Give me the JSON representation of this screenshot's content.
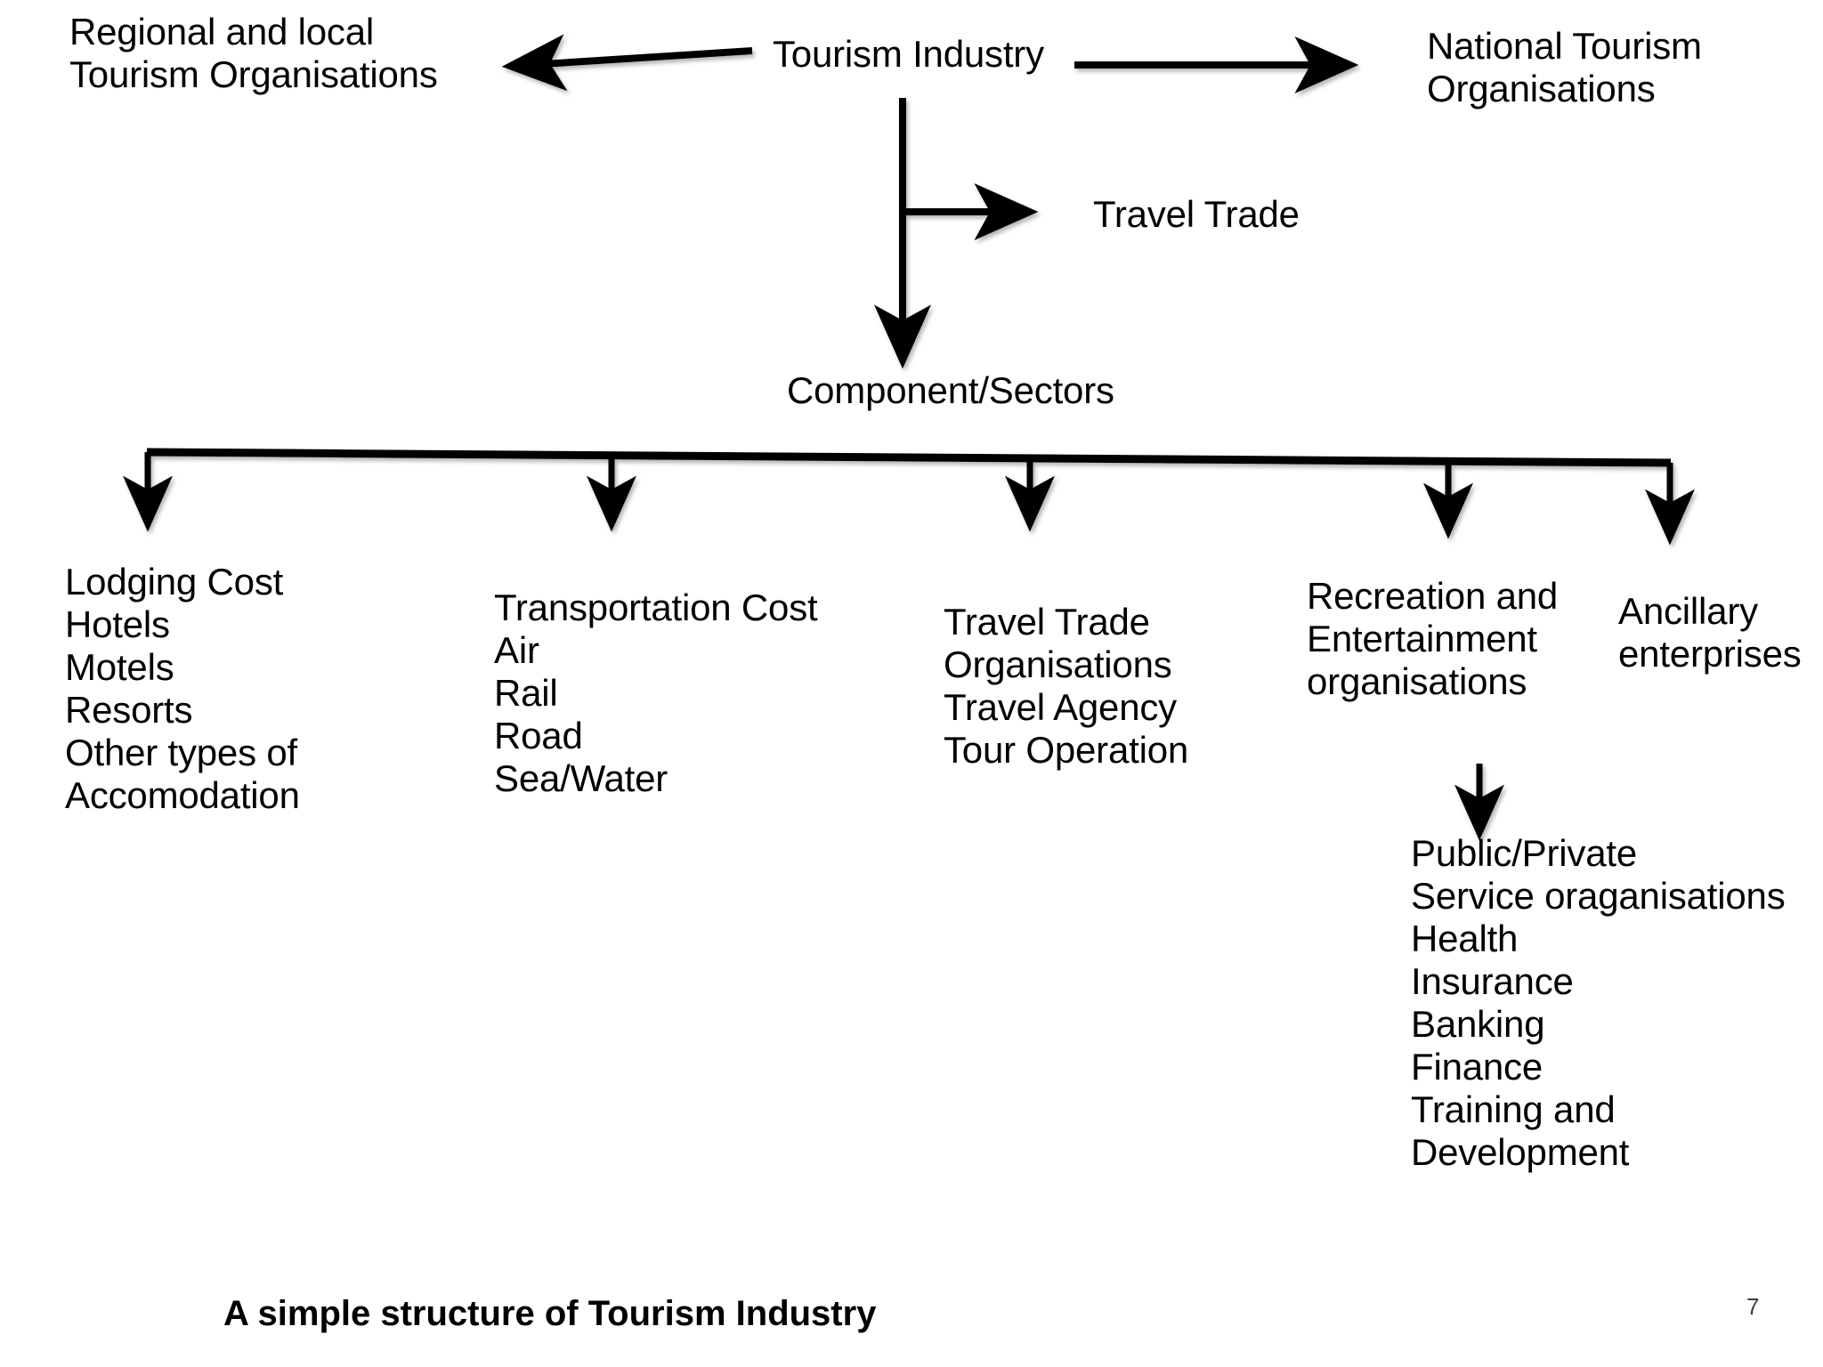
{
  "slide": {
    "page_number": "7",
    "footer_title": "A simple structure of Tourism Industry",
    "background_color": "#ffffff",
    "line_color": "#000000"
  },
  "nodes": {
    "root": "Tourism Industry",
    "regional_local": "Regional and local\nTourism Organisations",
    "national": "National Tourism\nOrganisations",
    "travel_trade": "Travel Trade",
    "components": "Component/Sectors"
  },
  "columns": [
    {
      "name": "lodging",
      "text": "Lodging Cost\nHotels\nMotels\nResorts\nOther types of\nAccomodation",
      "items": [
        "Lodging Cost",
        "Hotels",
        "Motels",
        "Resorts",
        "Other types of",
        "Accomodation"
      ]
    },
    {
      "name": "transportation",
      "text": "Transportation Cost\nAir\nRail\nRoad\nSea/Water",
      "items": [
        "Transportation Cost",
        "Air",
        "Rail",
        "Road",
        "Sea/Water"
      ]
    },
    {
      "name": "travel-trade-organisations",
      "text": "Travel Trade\nOrganisations\nTravel Agency\nTour Operation",
      "items": [
        "Travel Trade",
        "Organisations",
        "Travel Agency",
        "Tour Operation"
      ]
    },
    {
      "name": "recreation-entertainment",
      "text": "Recreation and\nEntertainment\norganisations",
      "items": [
        "Recreation and",
        "Entertainment",
        "organisations"
      ]
    },
    {
      "name": "ancillary",
      "text": "Ancillary\nenterprises",
      "items": [
        "Ancillary",
        "enterprises"
      ]
    }
  ],
  "sub_branch": {
    "parent": "recreation-entertainment",
    "text": "Public/Private\nService oraganisations\nHealth\nInsurance\nBanking\nFinance\nTraining and\nDevelopment",
    "items": [
      "Public/Private",
      "Service oraganisations",
      "Health",
      "Insurance",
      "Banking",
      "Finance",
      "Training and",
      "Development"
    ]
  }
}
